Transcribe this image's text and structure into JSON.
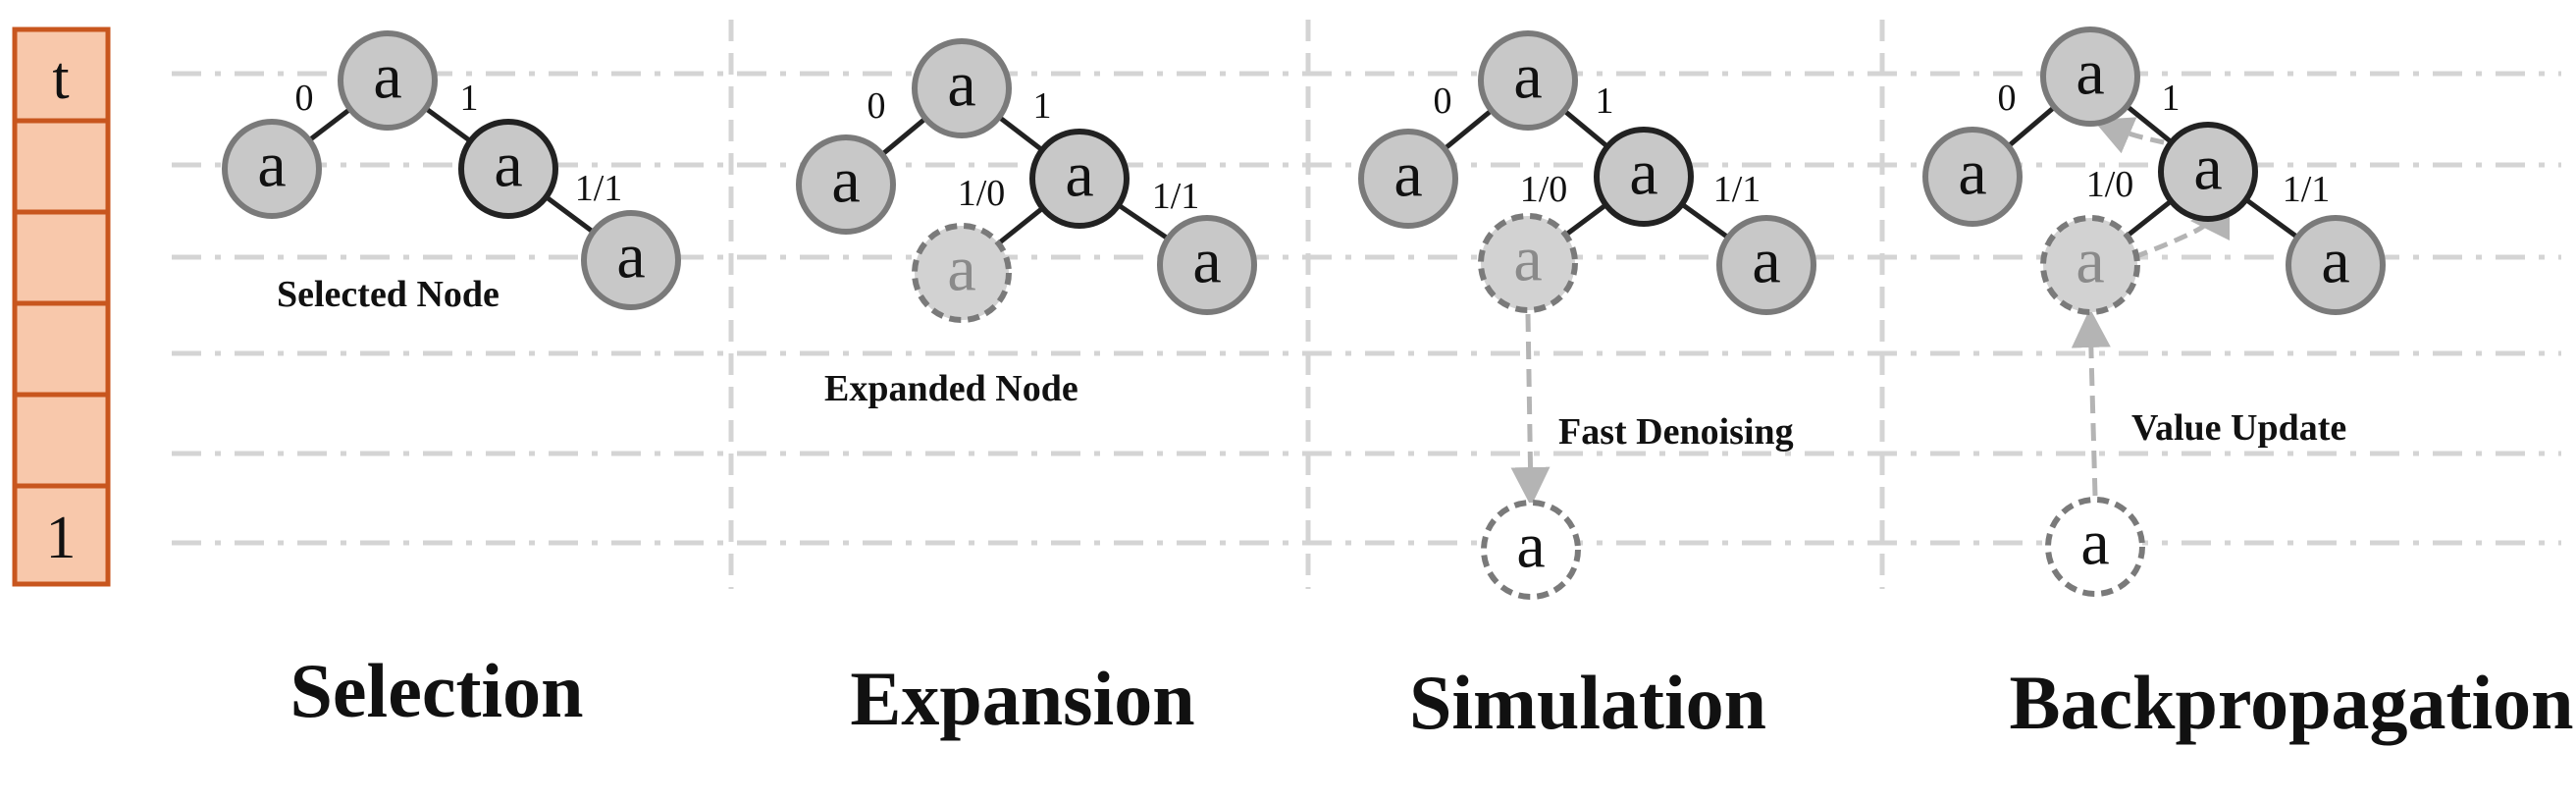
{
  "timestep_stack": {
    "labels": [
      "t",
      "",
      "",
      "",
      "",
      "1"
    ],
    "fill": "#f8c8ab",
    "stroke": "#c8561e"
  },
  "colors": {
    "node_fill": "#c8c8c8",
    "node_stroke_light": "#7a7a7a",
    "node_stroke_dark": "#222222",
    "guide_line": "#d4d4d4",
    "dashed_arrow": "#b4b4b4",
    "ghost_text": "#8a8a8a"
  },
  "node_symbol": "a",
  "panels": [
    {
      "title": "Selection",
      "annotation": "Selected Node",
      "edge_labels": {
        "left": "0",
        "right": "1",
        "child": "1/1"
      },
      "new_node_label": "",
      "rollout": false
    },
    {
      "title": "Expansion",
      "annotation": "Expanded Node",
      "edge_labels": {
        "left": "0",
        "right": "1",
        "child": "1/1"
      },
      "new_node_label": "1/0",
      "rollout": false
    },
    {
      "title": "Simulation",
      "annotation": "Fast Denoising",
      "edge_labels": {
        "left": "0",
        "right": "1",
        "child": "1/1"
      },
      "new_node_label": "1/0",
      "rollout": true,
      "rollout_direction": "down"
    },
    {
      "title": "Backpropagation",
      "annotation": "Value Update",
      "edge_labels": {
        "left": "0",
        "right": "1",
        "child": "1/1"
      },
      "new_node_label": "1/0",
      "rollout": true,
      "rollout_direction": "up",
      "backprop_arrows": true
    }
  ]
}
